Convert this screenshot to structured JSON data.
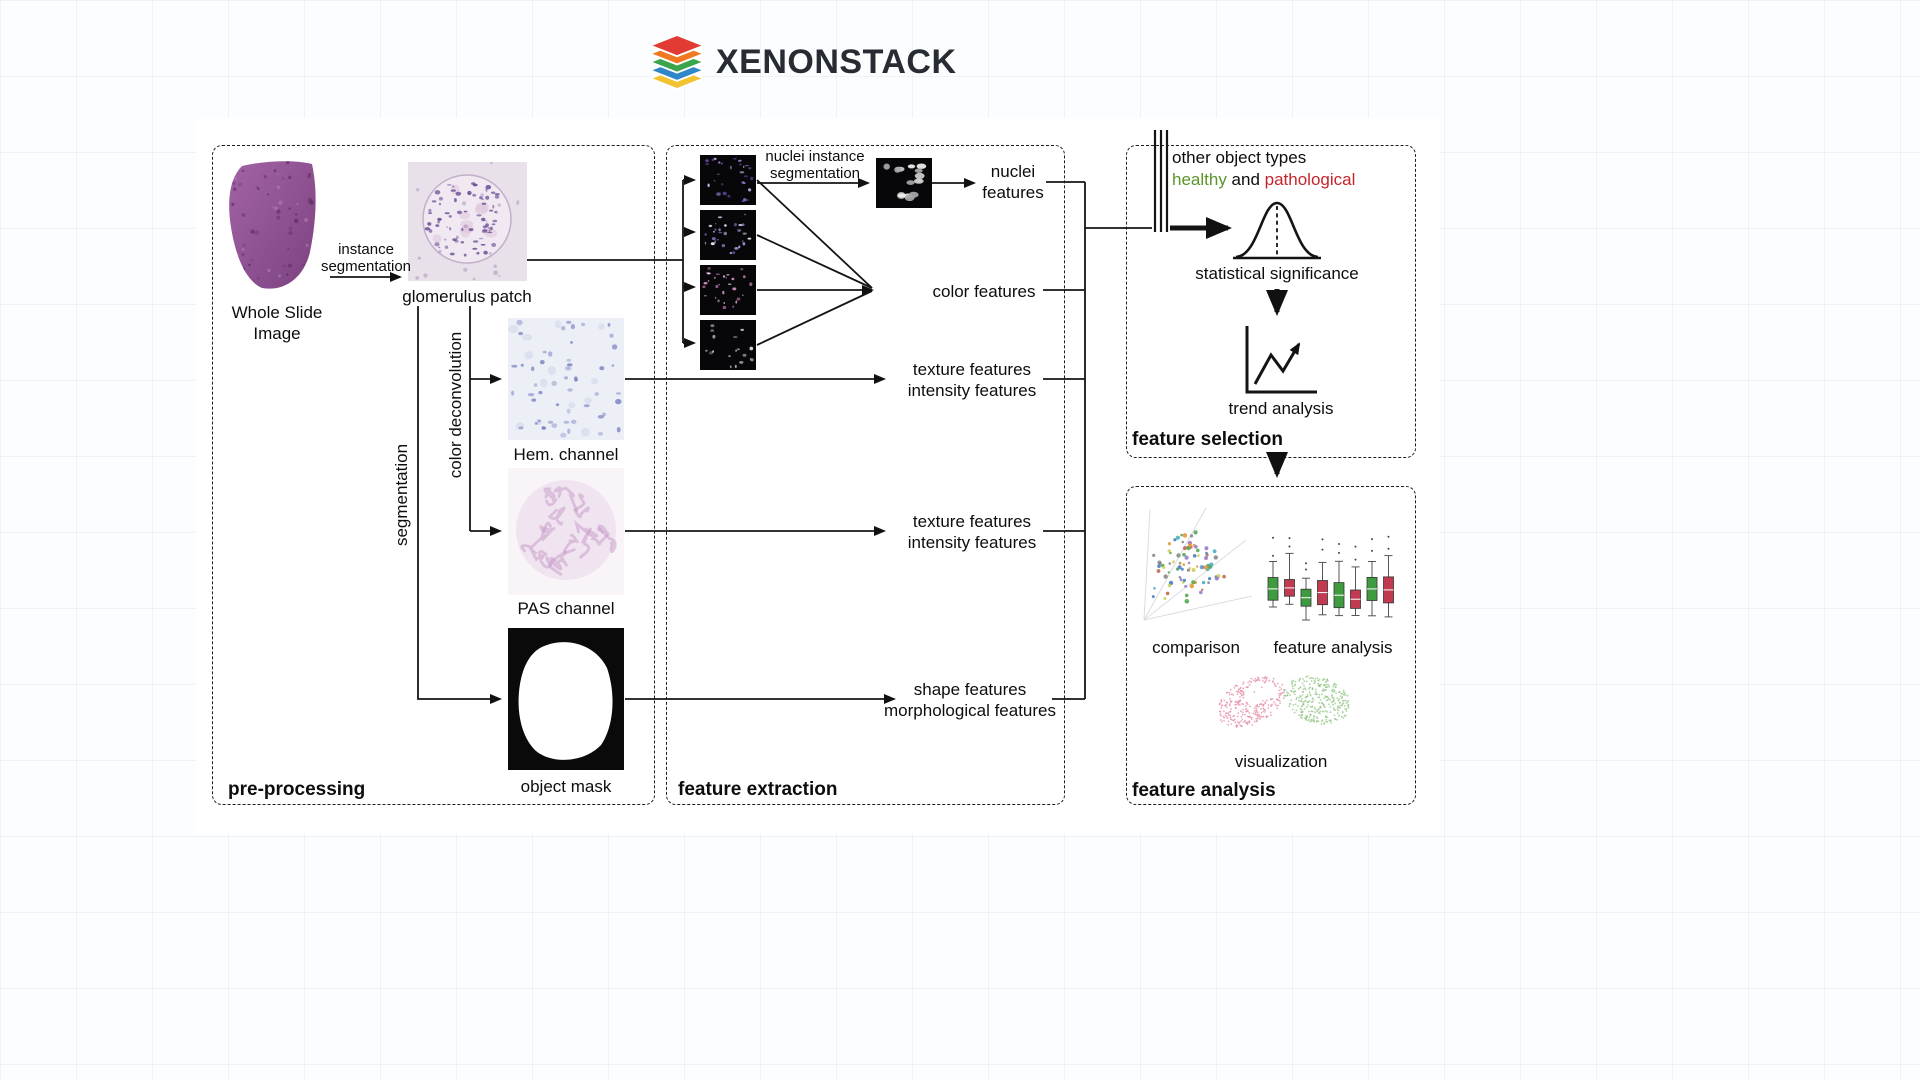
{
  "brand": "XENONSTACK",
  "preprocessing": {
    "box_label": "pre-processing",
    "wsi_line1": "Whole Slide",
    "wsi_line2": "Image",
    "instance_line1": "instance",
    "instance_line2": "segmentation",
    "glomerulus_label": "glomerulus patch",
    "segmentation_vlabel": "segmentation",
    "color_deconvolution_vlabel": "color deconvolution",
    "hem_label": "Hem. channel",
    "pas_label": "PAS channel",
    "mask_label": "object mask"
  },
  "extraction": {
    "box_label": "feature extraction",
    "nuclei_seg_line1": "nuclei instance",
    "nuclei_seg_line2": "segmentation",
    "nuclei_line1": "nuclei",
    "nuclei_line2": "features",
    "color_features": "color features",
    "texture1_line1": "texture features",
    "texture1_line2": "intensity features",
    "texture2_line1": "texture features",
    "texture2_line2": "intensity features",
    "shape_line1": "shape features",
    "shape_line2": "morphological features"
  },
  "selection": {
    "box_label": "feature selection",
    "other_objects": "other object types",
    "healthy": "healthy",
    "conj": " and ",
    "pathological": "pathological",
    "statistical": "statistical significance",
    "trend": "trend analysis",
    "healthy_color": "#5a9528",
    "pathological_color": "#c5252b"
  },
  "analysis": {
    "box_label": "feature analysis",
    "comparison": "comparison",
    "feature_analysis": "feature analysis",
    "visualization": "visualization"
  }
}
